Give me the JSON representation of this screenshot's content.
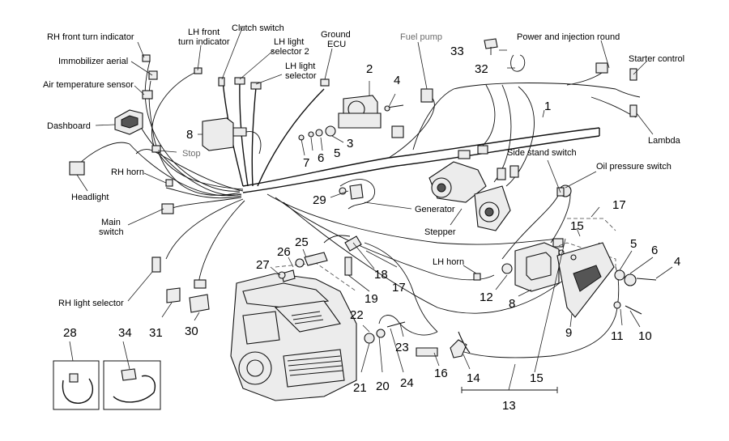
{
  "labels": {
    "rh_front_turn": "RH front turn indicator",
    "lh_front_turn_1": "LH front",
    "lh_front_turn_2": "turn indicator",
    "clutch_switch": "Clutch switch",
    "lh_light_sel2_1": "LH light",
    "lh_light_sel2_2": "selector 2",
    "ground_ecu_1": "Ground",
    "ground_ecu_2": "ECU",
    "fuel_pump": "Fuel pump",
    "power_injection_round": "Power and injection round",
    "starter_control": "Starter control",
    "immobilizer": "Immobilizer aerial",
    "lh_light_sel_1": "LH light",
    "lh_light_sel_2": "selector",
    "air_temp": "Air temperature sensor",
    "dashboard": "Dashboard",
    "lambda": "Lambda",
    "stop": "Stop",
    "side_stand": "Side stand switch",
    "oil_pressure": "Oil pressure switch",
    "rh_horn": "RH horn",
    "headlight": "Headlight",
    "generator": "Generator",
    "main_switch_1": "Main",
    "main_switch_2": "switch",
    "stepper": "Stepper",
    "lh_horn": "LH horn",
    "rh_light_selector": "RH light selector"
  },
  "numbers": {
    "n1": "1",
    "n2": "2",
    "n3": "3",
    "n4a": "4",
    "n5a": "5",
    "n6a": "6",
    "n7": "7",
    "n8a": "8",
    "n33": "33",
    "n32": "32",
    "n29": "29",
    "n17a": "17",
    "n15a": "15",
    "n5b": "5",
    "n6b": "6",
    "n4b": "4",
    "n26": "26",
    "n25": "25",
    "n27": "27",
    "n18": "18",
    "n19": "19",
    "n17b": "17",
    "n12": "12",
    "n8b": "8",
    "n9": "9",
    "n11": "11",
    "n10": "10",
    "n28": "28",
    "n34": "34",
    "n31": "31",
    "n30": "30",
    "n22": "22",
    "n23": "23",
    "n16": "16",
    "n14": "14",
    "n15b": "15",
    "n21": "21",
    "n20": "20",
    "n24": "24",
    "n13": "13"
  },
  "colors": {
    "ink": "#111111",
    "grey_label": "#6b6b6b",
    "part_fill": "#ececec"
  }
}
